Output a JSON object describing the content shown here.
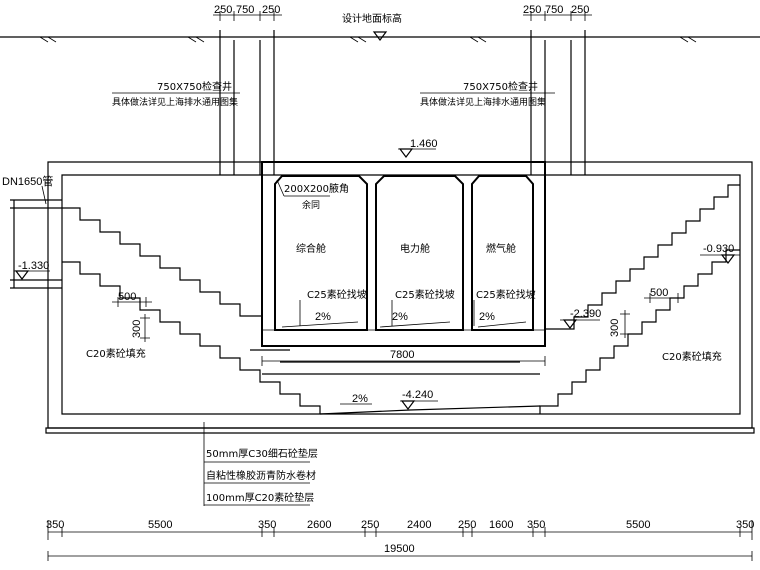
{
  "top_dims": {
    "left": [
      "250",
      "750",
      "250"
    ],
    "right": [
      "250",
      "750",
      "250"
    ]
  },
  "ground_label": "设计地面标高",
  "manhole": {
    "left_line1": "750X750检查井",
    "left_line2": "具体做法详见上海排水通用图集",
    "right_line1": "750X750检查井",
    "right_line2": "具体做法详见上海排水通用图集"
  },
  "elevations": {
    "top": "1.460",
    "left": "-1.330",
    "right": "-0.930",
    "bottom": "-4.240",
    "mid_right": "-2.390"
  },
  "pipe_label": "DN1650管",
  "haunch": {
    "line1": "200X200腋角",
    "line2": "余同"
  },
  "compartments": [
    "综合舱",
    "电力舱",
    "燃气舱"
  ],
  "slope_fill": [
    "C25素砼找坡",
    "C25素砼找坡",
    "C25素砼找坡"
  ],
  "slope_pct": "2%",
  "step_dims": {
    "left_w": "500",
    "left_h": "300",
    "right_w": "500",
    "right_h": "300"
  },
  "fill_label": "C20素砼填充",
  "tunnel_width": "7800",
  "layers": [
    "50mm厚C30细石砼垫层",
    "自粘性橡胶沥青防水卷材",
    "100mm厚C20素砼垫层"
  ],
  "bottom_dims": [
    "350",
    "5500",
    "350",
    "2600",
    "250",
    "2400",
    "250",
    "1600",
    "350",
    "5500",
    "350"
  ],
  "total_width": "19500"
}
